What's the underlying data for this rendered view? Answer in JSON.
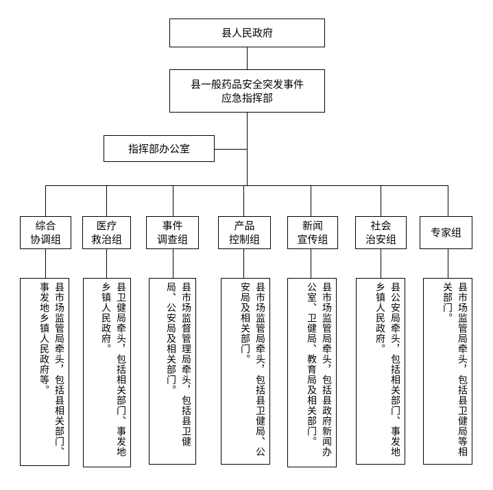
{
  "top": {
    "label": "县人民政府"
  },
  "command": {
    "label": "县一般药品安全突发事件\n应急指挥部"
  },
  "office": {
    "label": "指挥部办公室"
  },
  "groups": [
    {
      "label": "综合\n协调组",
      "desc": "县市场监管局牵头，包括县相关部门、事发地乡镇人民政府等。"
    },
    {
      "label": "医疗\n救治组",
      "desc": "县卫健局牵头，包括相关部门、事发地乡镇人民政府。"
    },
    {
      "label": "事件\n调查组",
      "desc": "县市场监督管理局牵头，包括县卫健局、公安局及相关部门。"
    },
    {
      "label": "产品\n控制组",
      "desc": "县市场监管局牵头，包括县卫健局、公安局及相关部门。"
    },
    {
      "label": "新闻\n宣传组",
      "desc": "县市场监管局牵头，包括县政府新闻办公室、卫健局、教育局及相关部门。"
    },
    {
      "label": "社会\n治安组",
      "desc": "县公安局牵头，包括相关部门、事发地乡镇人民政府。"
    },
    {
      "label": "专家组",
      "desc": "县市场监管局牵头，包括县卫健局等相关部门。"
    }
  ]
}
